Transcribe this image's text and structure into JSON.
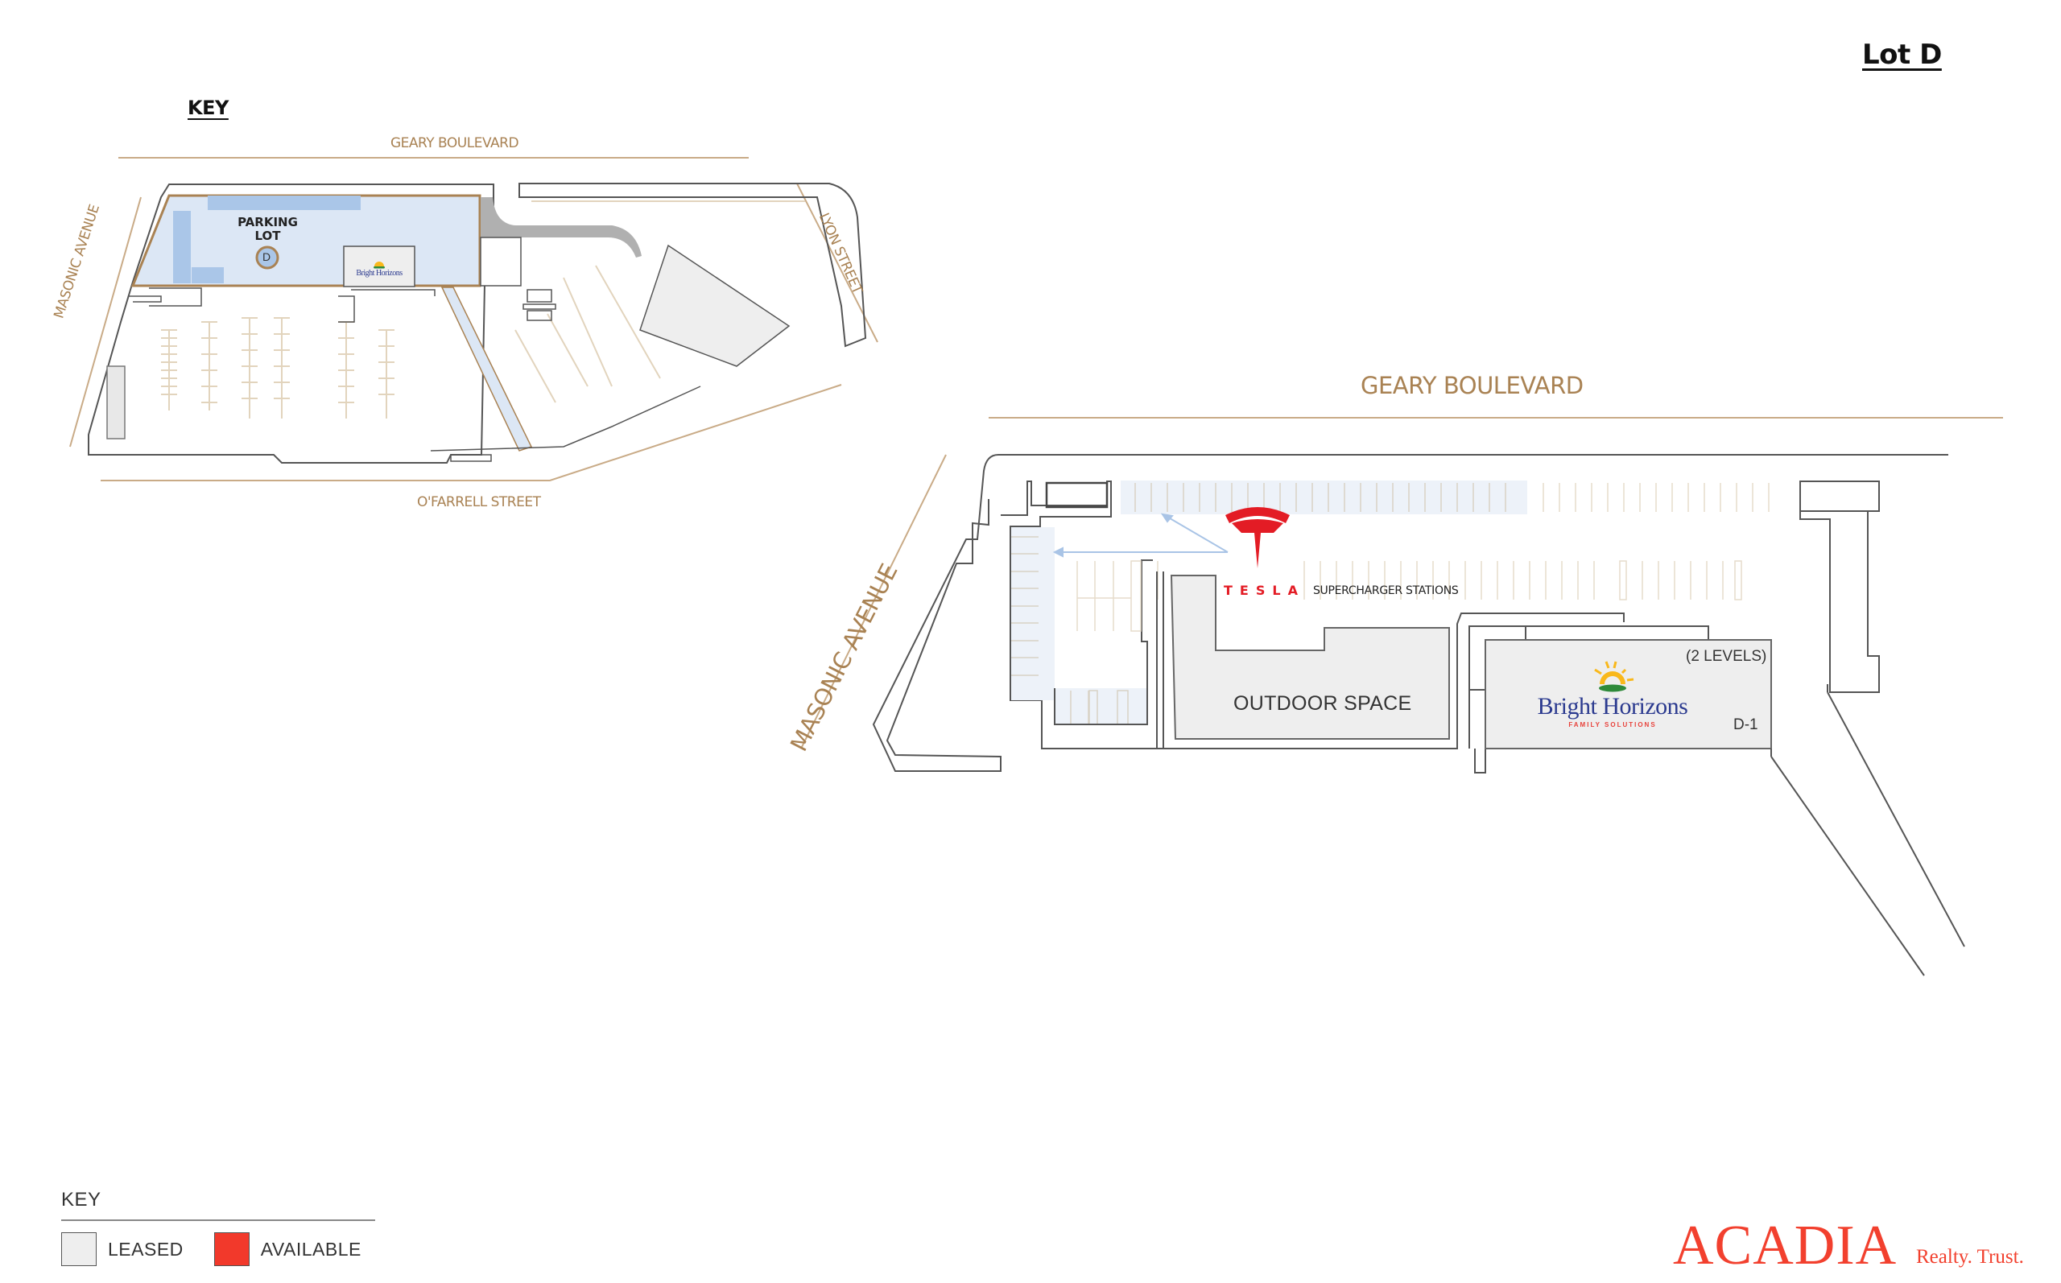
{
  "page": {
    "lot_title": "Lot D"
  },
  "mini_map": {
    "key_label": "KEY",
    "streets": {
      "north": "GEARY BOULEVARD",
      "south": "O'FARRELL STREET",
      "west": "MASONIC AVENUE",
      "east": "LYON STREET"
    },
    "parking_label_line1": "PARKING",
    "parking_label_line2": "LOT",
    "lot_marker": "D",
    "tenant_logo": "Bright Horizons",
    "highlight_color": "#dce7f5",
    "highlight_border": "#a98253"
  },
  "detail_map": {
    "streets": {
      "north": "GEARY BOULEVARD",
      "west": "MASONIC AVENUE"
    },
    "tesla": {
      "wordmark": "TESLA",
      "label": "SUPERCHARGER STATIONS",
      "color": "#e31c25"
    },
    "outdoor_space": {
      "label": "OUTDOOR SPACE"
    },
    "tenant": {
      "name": "Bright Horizons",
      "subtitle": "FAMILY SOLUTIONS",
      "levels": "(2 LEVELS)",
      "unit": "D-1",
      "status": "leased"
    }
  },
  "legend": {
    "title": "KEY",
    "items": [
      {
        "label": "LEASED",
        "color": "#eeeeee"
      },
      {
        "label": "AVAILABLE",
        "color": "#f2392b"
      }
    ]
  },
  "branding": {
    "company": "ACADIA",
    "tagline": "Realty. Trust.",
    "color": "#f2402e"
  }
}
